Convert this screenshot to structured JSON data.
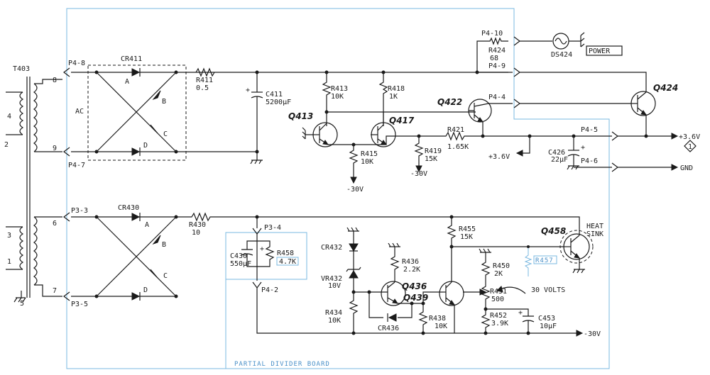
{
  "transformer": {
    "ref": "T403",
    "pins": [
      "4",
      "2",
      "3",
      "1",
      "5"
    ]
  },
  "connectors": {
    "p4_8": "P4-8",
    "p4_7": "P4-7",
    "p4_10": "P4-10",
    "p4_9": "P4-9",
    "p4_4": "P4-4",
    "p4_5": "P4-5",
    "p4_6": "P4-6",
    "p3_3": "P3-3",
    "p3_5": "P3-5",
    "p3_4": "P3-4",
    "p4_2": "P4-2"
  },
  "pins": {
    "p8": "8",
    "p9": "9",
    "p6": "6",
    "p7": "7"
  },
  "rectifier_top": {
    "ref": "CR411",
    "ac": "AC",
    "A": "A",
    "B": "B",
    "C": "C",
    "D": "D"
  },
  "rectifier_bottom": {
    "ref": "CR430",
    "A": "A",
    "B": "B",
    "C": "C",
    "D": "D"
  },
  "resistors": {
    "r411": {
      "ref": "R411",
      "val": "0.5"
    },
    "r413": {
      "ref": "R413",
      "val": "10K"
    },
    "r418": {
      "ref": "R418",
      "val": "1K"
    },
    "r415": {
      "ref": "R415",
      "val": "10K"
    },
    "r419": {
      "ref": "R419",
      "val": "15K"
    },
    "r421": {
      "ref": "R421",
      "val": "1.65K"
    },
    "r424": {
      "ref": "R424",
      "val": "68"
    },
    "r430": {
      "ref": "R430",
      "val": "10"
    },
    "r458": {
      "ref": "R458",
      "val": "4.7K"
    },
    "r455": {
      "ref": "R455",
      "val": "15K"
    },
    "r436": {
      "ref": "R436",
      "val": "2.2K"
    },
    "r434": {
      "ref": "R434",
      "val": "10K"
    },
    "r438": {
      "ref": "R438",
      "val": "10K"
    },
    "r450": {
      "ref": "R450",
      "val": "2K"
    },
    "r451": {
      "ref": "R451",
      "val": "500"
    },
    "r452": {
      "ref": "R452",
      "val": "3.9K"
    },
    "r457": {
      "ref": "R457"
    }
  },
  "capacitors": {
    "c411": {
      "ref": "C411",
      "val": "5200µF"
    },
    "c426": {
      "ref": "C426",
      "val": "22µF"
    },
    "c430": {
      "ref": "C430",
      "val": "550µF"
    },
    "c453": {
      "ref": "C453",
      "val": "10µF"
    }
  },
  "transistors": {
    "q413": "Q413",
    "q417": "Q417",
    "q422": "Q422",
    "q424": "Q424",
    "q436": "Q436",
    "q439": "Q439",
    "q458": "Q458"
  },
  "diodes": {
    "cr432": "CR432",
    "vr432": "VR432",
    "vr432_val": "10V",
    "cr436": "CR436"
  },
  "lamp": {
    "ref": "DS424",
    "label": "POWER"
  },
  "rails": {
    "neg30": "-30V",
    "pos3_6": "+3.6V",
    "out3_6": "+3.6V",
    "gnd": "GND",
    "neg30_b": "-30V"
  },
  "annotations": {
    "diamond": "1",
    "heat": "HEAT",
    "sink": "SINK",
    "volts30": "30 VOLTS",
    "board": "PARTIAL DIVIDER BOARD"
  }
}
